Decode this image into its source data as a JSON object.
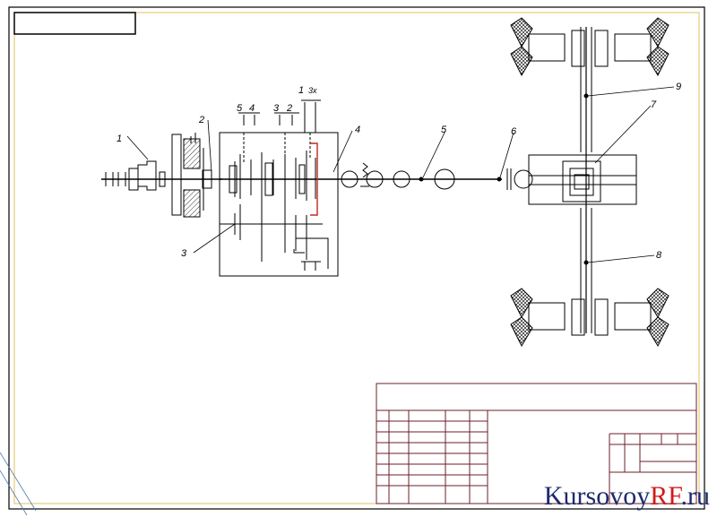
{
  "labels": {
    "engine": "1",
    "clutch": "2",
    "countershaft": "3",
    "gearbox_output": "4",
    "propshaft_front": "5",
    "propshaft_rear": "6",
    "differential": "7",
    "halfshaft_lower": "8",
    "halfshaft_upper": "9",
    "gear_5": "5",
    "gear_4": "4",
    "gear_3": "3",
    "gear_2": "2",
    "gear_1": "1",
    "gear_reverse": "3x"
  },
  "watermark": {
    "prefix": "Kursovoy",
    "accent": "RF",
    "suffix": ".ru"
  },
  "colors": {
    "frame_outer": "#000000",
    "frame_inner": "#e0c060",
    "title_block": "#6b1f2a",
    "highlight": "#c0281f",
    "watermark_text": "#1d2b6b",
    "watermark_accent": "#d01a1a"
  }
}
